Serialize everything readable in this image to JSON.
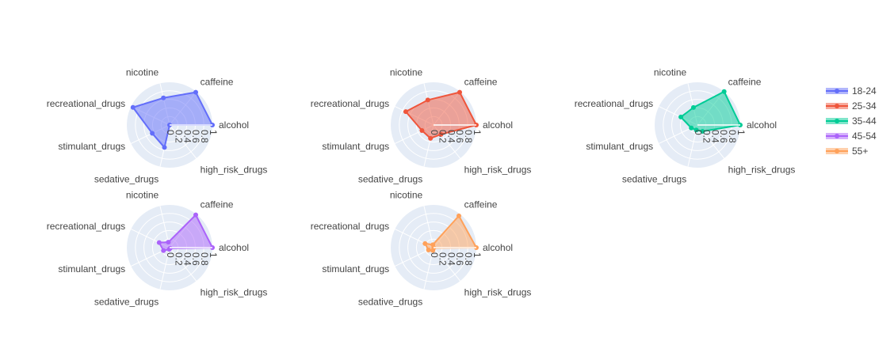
{
  "chart_data": {
    "type": "radar",
    "categories": [
      "alcohol",
      "caffeine",
      "nicotine",
      "recreational_drugs",
      "stimulant_drugs",
      "sedative_drugs",
      "high_risk_drugs"
    ],
    "radial_ticks": [
      "0",
      "0.2",
      "0.4",
      "0.6",
      "0.8",
      "1"
    ],
    "radial_range": [
      0,
      1
    ],
    "legend_position": "top-right",
    "series": [
      {
        "name": "18-24",
        "color": "#636efa",
        "values": [
          1.0,
          0.98,
          0.65,
          0.95,
          0.45,
          0.54,
          0.0
        ]
      },
      {
        "name": "25-34",
        "color": "#ef553b",
        "values": [
          1.0,
          0.98,
          0.6,
          0.72,
          0.3,
          0.32,
          0.28
        ]
      },
      {
        "name": "35-44",
        "color": "#00cc96",
        "values": [
          1.0,
          1.0,
          0.42,
          0.43,
          0.16,
          0.12,
          0.19
        ]
      },
      {
        "name": "45-54",
        "color": "#ab63fa",
        "values": [
          1.0,
          0.98,
          0.13,
          0.27,
          0.16,
          0.04,
          0.02
        ]
      },
      {
        "name": "55+",
        "color": "#ffa15a",
        "values": [
          1.0,
          0.95,
          0.07,
          0.22,
          0.13,
          0.07,
          0.01
        ]
      }
    ]
  }
}
